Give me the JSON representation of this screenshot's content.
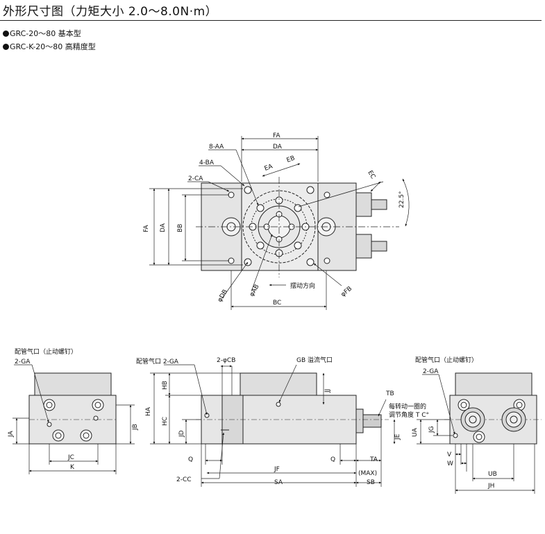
{
  "page": {
    "title": "外形尺寸图（力矩大小 2.0～8.0N·m）",
    "variants": [
      {
        "bullet": "●",
        "text": "GRC-20～80 基本型"
      },
      {
        "bullet": "●",
        "text": "GRC-K-20～80 高精度型"
      }
    ]
  },
  "top_view": {
    "dims": {
      "fa_top": "FA",
      "da_top": "DA",
      "aa": "8-AA",
      "ba": "4-BA",
      "ca": "2-CA",
      "ea": "EA",
      "eb": "EB",
      "ec": "EC",
      "angle": "22.5°",
      "fa_left": "FA",
      "da_left": "DA",
      "bb": "BB",
      "db": "φDB",
      "ab": "φAB",
      "fb": "φFB",
      "bc": "BC",
      "rotation": "摆动方向"
    }
  },
  "left_view": {
    "port_label": "配管气口（止动螺钉）",
    "port_ga": "2-GA",
    "dims": {
      "ja": "JA",
      "jb": "JB",
      "jc": "JC",
      "k": "K"
    }
  },
  "front_view": {
    "port_ga": "配管气口 2-GA",
    "cb": "2-φCB",
    "gb": "GB  溢流气口",
    "tb": "TB",
    "adjust": [
      "每转动一圈的",
      "调节角度 T C°"
    ],
    "dims": {
      "ha": "HA",
      "hb": "HB",
      "hc": "HC",
      "jd": "JD",
      "jj": "JJ",
      "je": "JE",
      "q1": "Q",
      "q2": "Q",
      "ta": "TA",
      "cc": "2-CC",
      "jf": "JF",
      "max": "(MAX)",
      "sa": "SA",
      "sb": "SB"
    }
  },
  "right_view": {
    "port_label": "配管气口（止动螺钉）",
    "port_ga": "2-GA",
    "dims": {
      "ua": "UA",
      "jg": "JG",
      "v": "V",
      "w": "W",
      "ub": "UB",
      "jh": "JH"
    }
  }
}
